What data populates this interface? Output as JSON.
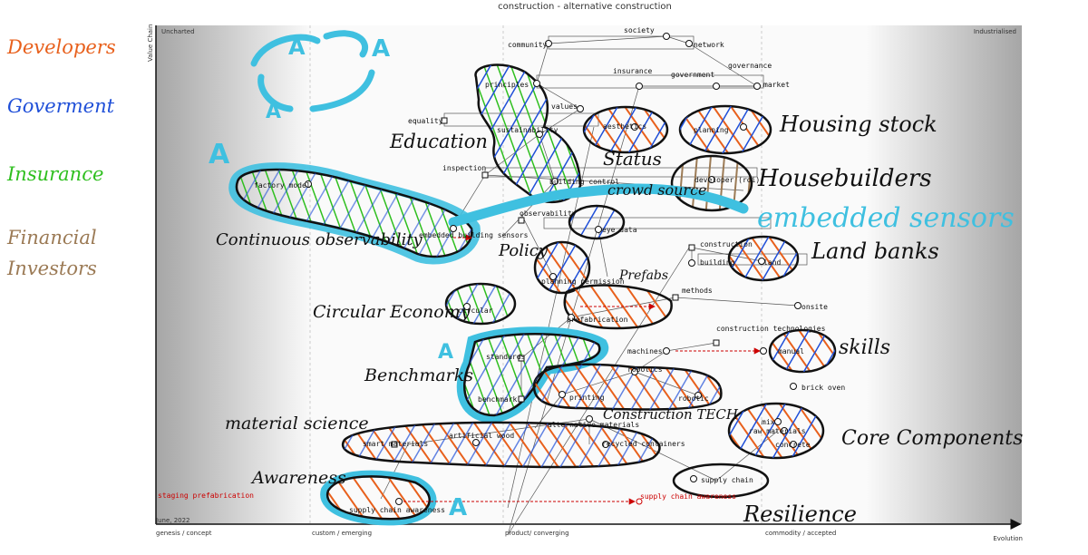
{
  "map": {
    "title": "construction - alternative construction",
    "value_chain_label": "Value Chain",
    "evolution_label": "Evolution",
    "date": "June, 2022",
    "uncharted": "Uncharted",
    "industrialised": "Industrialised",
    "stages": [
      "genesis / concept",
      "custom / emerging",
      "product/ converging",
      "commodity / accepted"
    ]
  },
  "legend": [
    {
      "label": "Developers",
      "color": "#e8601c"
    },
    {
      "label": "Goverment",
      "color": "#1f4fd8"
    },
    {
      "label": "Insurance",
      "color": "#2fbf1f"
    },
    {
      "label": "Financial Investors",
      "color": "#9b7a55"
    }
  ],
  "components": {
    "society": "society",
    "community": "community",
    "network": "network",
    "insurance": "insurance",
    "government": "government",
    "governance": "governance",
    "market": "market",
    "principles": "principles",
    "values": "values",
    "equality": "equality",
    "sustainability": "sustainability",
    "aesthetics": "aesthetics",
    "planning": "planning",
    "inspection": "inspection",
    "building_control": "building control",
    "factory_model": "factory model",
    "developer": "developer (roi)",
    "observability": "observability",
    "embedded_sensors": "embedded building sensors",
    "eye_data": "eye data",
    "construction": "construction",
    "building": "building",
    "land": "land",
    "planning_permission": "planning permission",
    "methods": "methods",
    "onsite": "onsite",
    "circular": "circular",
    "prefabrication": "prefabrication",
    "construction_technologies": "construction technologies",
    "machines": "machines",
    "manual": "manual",
    "standards": "standards",
    "benchmark": "benchmark",
    "robotics": "robotics",
    "printing": "printing",
    "robotic": "robotic",
    "brick_oven": "brick oven",
    "mix": "mix",
    "smart_materials": "smart materials",
    "artificial_wood": "artificial wood",
    "alternative_materials": "alternative materials",
    "recycled_containers": "recycled containers",
    "raw_materials": "raw materials",
    "concrete": "concrete",
    "supply_chain": "supply chain",
    "supply_chain_awareness": "supply chain awareness",
    "supply_chain_awareness_target": "supply chain awareness",
    "pipeline_stub": "staging prefabrication"
  },
  "annotations": {
    "education": "Education",
    "status": "Status",
    "crowd_source": "crowd source",
    "housing_stock": "Housing stock",
    "housebuilders": "Housebuilders",
    "continuous_observability": "Continuous observability",
    "policy": "Policy",
    "embedded_sensors": "embedded sensors",
    "land_banks": "Land banks",
    "prefabs": "Prefabs",
    "circular_economy": "Circular Economy",
    "skills": "skills",
    "benchmarks": "Benchmarks",
    "construction_tech": "Construction TECH",
    "material_science": "material science",
    "core_components": "Core Components",
    "awareness": "Awareness",
    "resilience": "Resilience",
    "arrow_a": "A"
  },
  "colors": {
    "developers": "#e8601c",
    "government": "#1f4fd8",
    "insurance": "#2fbf1f",
    "investors": "#9b7a55",
    "highlight": "#3fc0e0"
  }
}
